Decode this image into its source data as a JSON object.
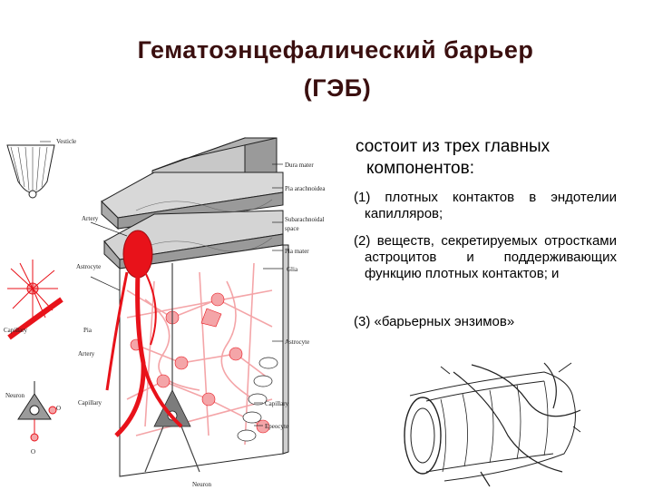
{
  "slide": {
    "title_line1": "Гематоэнцефалический  барьер",
    "title_line2": "(ГЭБ)",
    "intro": "состоит из трех главных компонентов:",
    "items": [
      "(1)  плотных  контактов  в эндотелии капилляров;",
      "(2)  веществ,  секретируемых отростками  астроцитов  и поддерживающих  функцию плотных контактов; и",
      "(3) «барьерных энзимов»"
    ]
  },
  "diagram": {
    "labels": {
      "vesticle": "Vesticle",
      "dura_mater": "Dura mater",
      "pia_arachnoid": "Pia arachnoidea",
      "artery_top": "Artery",
      "subarachnoid": "Subarachnoidal",
      "space": "space",
      "pia_mater": "Pia mater",
      "astrocyte_left": "Astrocyte",
      "glia": "Glia",
      "capillary_left": "Capillary",
      "pia_left": "Pia",
      "artery_left": "Artery",
      "astrocyte_right": "Astrocyte",
      "neuron_left": "Neuron",
      "capillary_bottom": "Capillary",
      "capillary_right": "Capillary",
      "ependymocyte": "Epeocyte",
      "neuron_bottom": "Neuron",
      "o_label_top": "O",
      "o_label_bottom": "O"
    },
    "colors": {
      "red": "#e8121a",
      "pink": "#f4a5a8",
      "ink": "#222222"
    }
  }
}
